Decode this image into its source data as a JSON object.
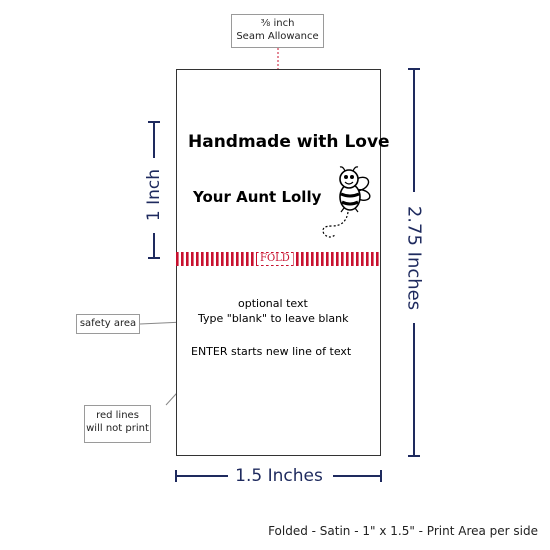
{
  "seam": {
    "line1": "⅜ inch",
    "line2": "Seam Allowance"
  },
  "label": {
    "title": "Handmade with Love",
    "name": "Your Aunt Lolly",
    "fold": "FOLD",
    "optional": "optional text",
    "blank_hint": "Type \"blank\" to leave blank",
    "enter_hint": "ENTER starts new line of text"
  },
  "callouts": {
    "safety": "safety area",
    "red_lines_1": "red lines",
    "red_lines_2": "will not print"
  },
  "dimensions": {
    "height_1": "1 Inch",
    "height_total": "2.75 Inches",
    "width": "1.5 Inches"
  },
  "footer": "Folded - Satin - 1\" x 1.5\" - Print Area per side",
  "colors": {
    "guide_red": "#c8102e",
    "dim_navy": "#1e2a5e"
  }
}
